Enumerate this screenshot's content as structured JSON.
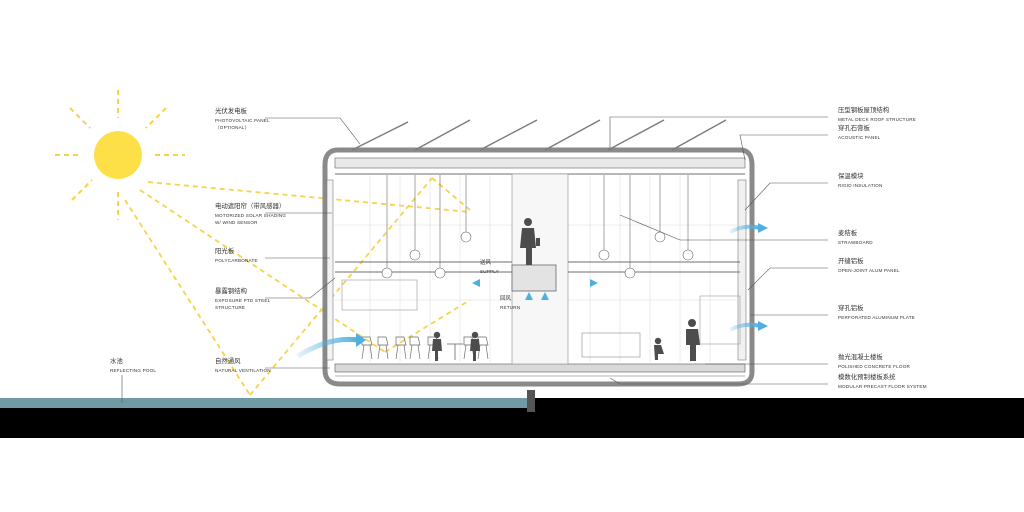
{
  "colors": {
    "sun": "#fde047",
    "sun_rays": "#f7d348",
    "airflow": "#4fb0e0",
    "pool": "#6f9aa6",
    "ground": "#000000",
    "wall": "#8a8a8a"
  },
  "labels_left": [
    {
      "zh": "光伏发电板",
      "en": "PHOTOVOLTAIC PANEL",
      "en2": "（OPTIONAL）"
    },
    {
      "zh": "电动遮阳帘（带风感器）",
      "en": "MOTORIZED SOLAR SHADING",
      "en2": "W/ WIND SENSOR"
    },
    {
      "zh": "阳光板",
      "en": "POLYCARBONATE",
      "en2": ""
    },
    {
      "zh": "暴露钢结构",
      "en": "EXPOSURE PTD STEEL",
      "en2": "STRUCTURE"
    },
    {
      "zh": "自然通风",
      "en": "NATURAL VENTILATION",
      "en2": ""
    }
  ],
  "pool_label": {
    "zh": "水池",
    "en": "REFLECTING POOL"
  },
  "labels_right": [
    {
      "zh": "压型钢板屋顶结构",
      "en": "METAL DECK ROOF STRUCTURE"
    },
    {
      "zh": "穿孔石膏板",
      "en": "ACOUSTIC PANEL"
    },
    {
      "zh": "保温模块",
      "en": "RIGID INSULATION"
    },
    {
      "zh": "麦秸板",
      "en": "STRAWBOARD"
    },
    {
      "zh": "开缝铝板",
      "en": "OPEN-JOINT ALUM PANEL"
    },
    {
      "zh": "穿孔铝板",
      "en": "PERFORATED ALUMINUM PLATE"
    },
    {
      "zh": "抛光混凝土楼板",
      "en": "POLISHED CONCRETE FLOOR"
    },
    {
      "zh": "模数化预制楼板系统",
      "en": "MODULAR PRECAST FLOOR SYSTEM"
    }
  ],
  "airflow_labels": {
    "supply_zh": "送风",
    "supply_en": "SUPPLY",
    "return_zh": "回风",
    "return_en": "RETURN"
  },
  "icons": [
    "sun-icon",
    "person-icon",
    "chair-icon",
    "pendant-lamp-icon",
    "airflow-arrow-icon"
  ]
}
